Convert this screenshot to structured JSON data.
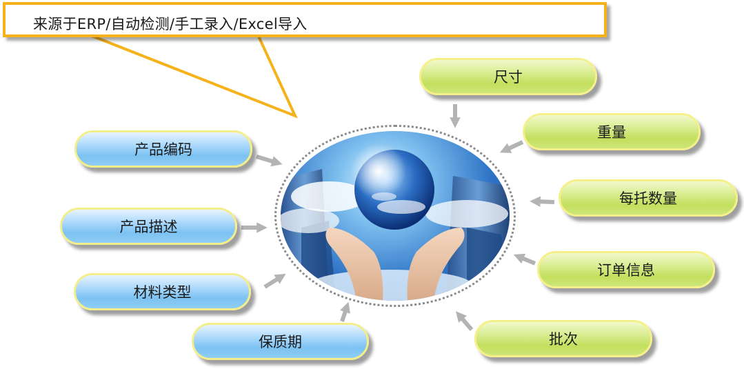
{
  "callout": {
    "text": "来源于ERP/自动检测/手工录入/Excel导入"
  },
  "left_items": [
    "产品编码",
    "产品描述",
    "材料类型",
    "保质期"
  ],
  "right_items": [
    "尺寸",
    "重量",
    "每托数量",
    "订单信息",
    "批次"
  ],
  "colors": {
    "callout_border": "#f5b21a",
    "pill_blue": "#8fcdf5",
    "pill_green": "#c9e36b",
    "pill_border": "#f6f08a",
    "arrow": "#b3b3b3"
  }
}
